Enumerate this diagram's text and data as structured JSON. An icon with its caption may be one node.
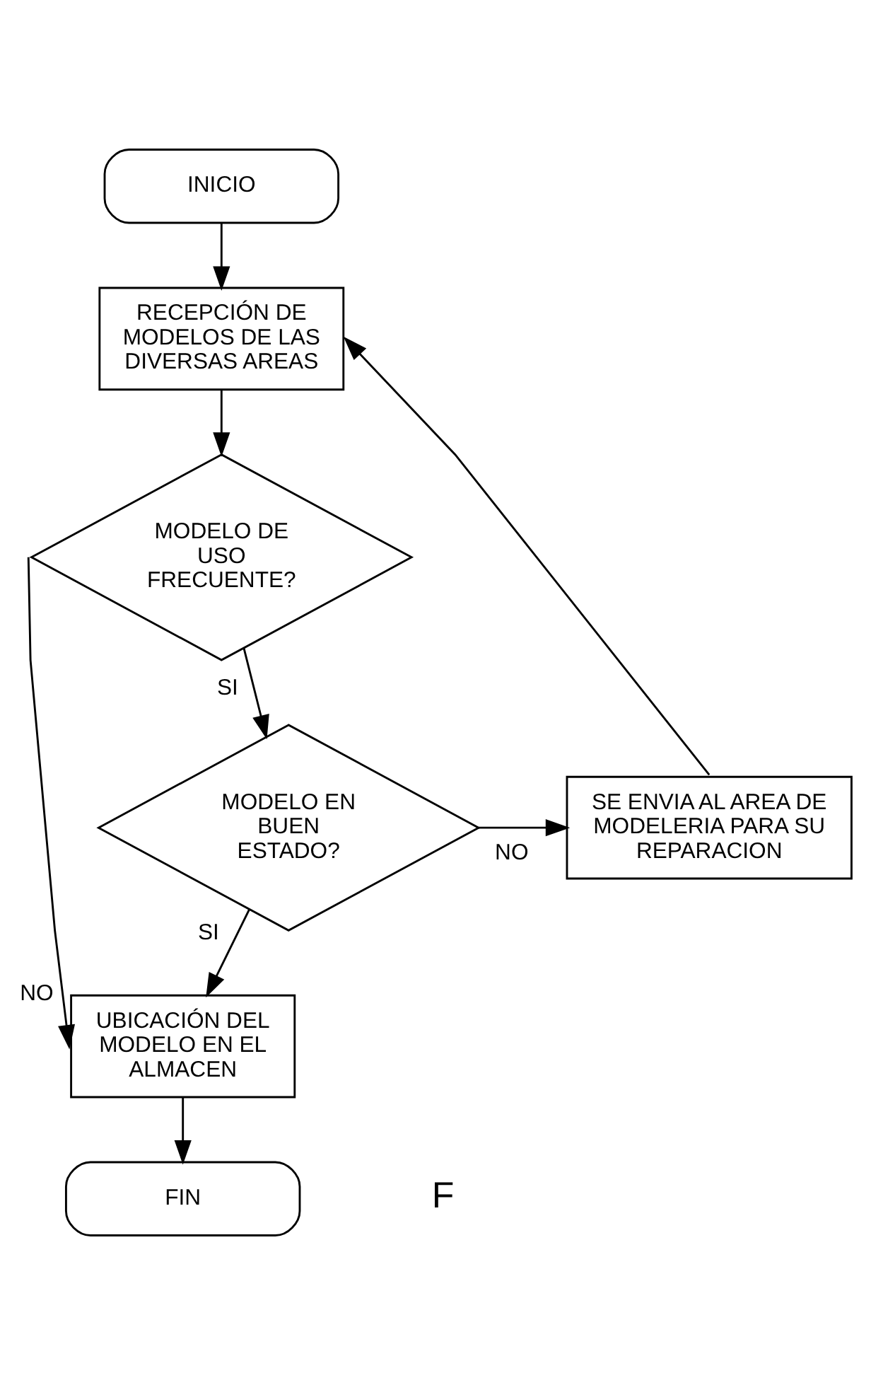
{
  "diagram": {
    "nodes": [
      {
        "text": [
          "INICIO"
        ]
      },
      {
        "text": [
          "RECEPCIÓN DE MODELOS DE LAS DIVERSAS AREAS"
        ]
      },
      {
        "text": [
          "MODELO DE USO FRECUENTE?"
        ]
      },
      {
        "text": [
          "MODELO EN BUEN ESTADO?"
        ]
      },
      {
        "text": [
          "SE ENVIA AL AREA DE MODELERIA PARA SU REPARACION"
        ]
      },
      {
        "text": [
          "UBICACIÓN DEL MODELO EN EL ALMACEN"
        ]
      },
      {
        "text": [
          "FIN"
        ]
      }
    ],
    "edges": [
      {
        "from": 0,
        "to": 1,
        "arrow": "to"
      },
      {
        "from": 1,
        "to": 2,
        "arrow": "to"
      },
      {
        "from": 2,
        "to": 3,
        "label": "SI",
        "arrow": "to"
      },
      {
        "from": 2,
        "to": 5,
        "label": "NO",
        "arrow": "to"
      },
      {
        "from": 3,
        "to": 4,
        "label": "NO",
        "arrow": "to"
      },
      {
        "from": 4,
        "to": 1,
        "arrow": "to"
      },
      {
        "from": 3,
        "to": 5,
        "label": "SI",
        "arrow": "to"
      },
      {
        "from": 5,
        "to": 6,
        "arrow": "to"
      }
    ],
    "labels": [
      "F"
    ]
  }
}
